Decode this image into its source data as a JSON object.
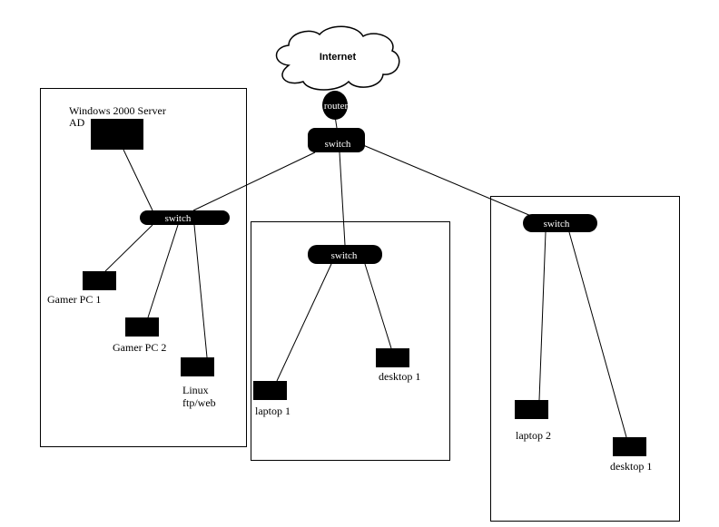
{
  "internet": {
    "label": "Internet"
  },
  "router": {
    "label": "router"
  },
  "core_switch": {
    "label": "switch"
  },
  "left_segment": {
    "switch_label": "switch",
    "server": {
      "line1": "Windows 2000 Server",
      "line2": "AD"
    },
    "devices": [
      {
        "label": "Gamer PC 1"
      },
      {
        "label": "Gamer PC 2"
      },
      {
        "label_line1": "Linux",
        "label_line2": "ftp/web"
      }
    ]
  },
  "middle_segment": {
    "switch_label": "switch",
    "devices": [
      {
        "label": "laptop 1"
      },
      {
        "label": "desktop 1"
      }
    ]
  },
  "right_segment": {
    "switch_label": "switch",
    "devices": [
      {
        "label": "laptop 2"
      },
      {
        "label": "desktop 1"
      }
    ]
  }
}
